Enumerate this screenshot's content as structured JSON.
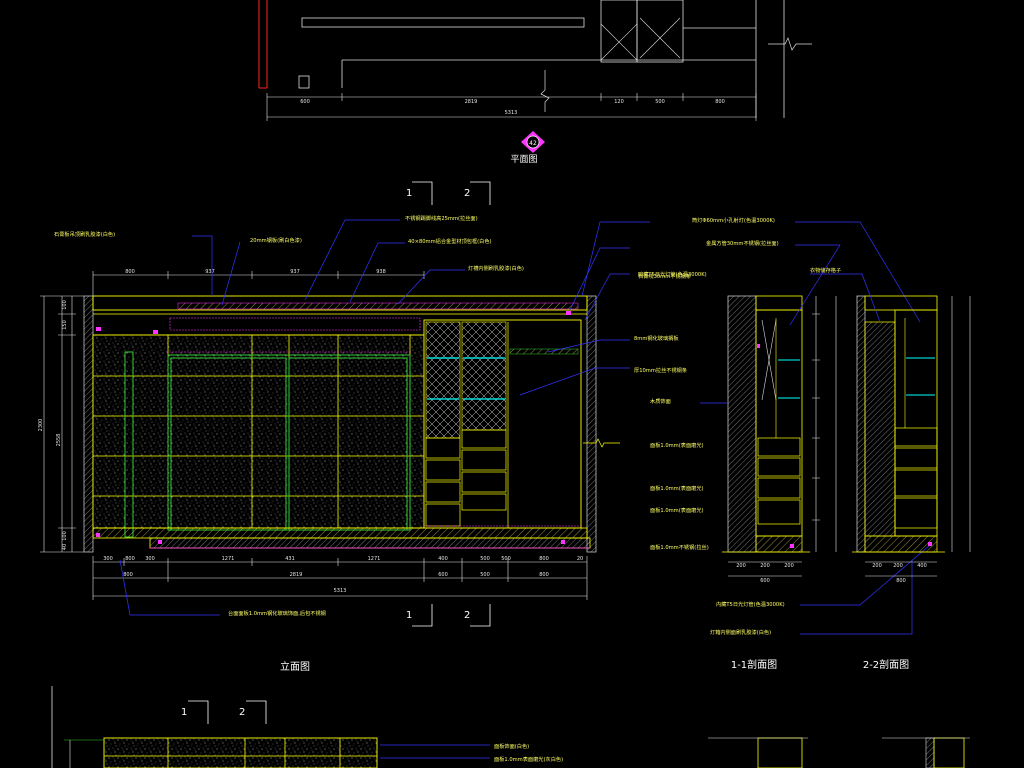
{
  "plan": {
    "badge": "42",
    "title": "平面图",
    "dims_top": [
      "600",
      "2819",
      "120",
      "500",
      "800"
    ],
    "dim_total": "5313"
  },
  "section_marks": {
    "top": [
      "1",
      "2"
    ],
    "bottom": [
      "1",
      "2"
    ],
    "lower": [
      "1",
      "2"
    ]
  },
  "elevation": {
    "title": "立面图",
    "notes": [
      "石膏板吊顶刷乳胶漆(白色)",
      "20mm钢板(刷白色漆)",
      "不锈钢踢脚线高25mm(拉丝面)",
      "40×80mm铝合金型材顶包框(白色)",
      "灯槽内侧刷乳胶漆(白色)",
      "石膏线30mm不锈钢条",
      "8mm钢化玻璃搁板",
      "厚10mm拉丝不锈钢条",
      "木质饰面",
      "面板1.0mm(表面磨光)",
      "面板1.0mm(表面磨光)",
      "面板1.0mm(表面磨光)",
      "面板1.0mm不锈钢(拉丝)"
    ],
    "dims_top": [
      "800",
      "937",
      "937",
      "938"
    ],
    "dims_bottom": [
      "300",
      "800",
      "300",
      "1271",
      "431",
      "1271",
      "400",
      "500",
      "500",
      "800",
      "20"
    ],
    "dims_bottom2": [
      "800",
      "2819",
      "600",
      "500",
      "800"
    ],
    "dim_total": "5313",
    "dims_left": [
      "100",
      "150",
      "2300",
      "2558",
      "100",
      "40"
    ],
    "bottom_note": "台面面板1.0mm钢化玻璃饰面,后包不锈钢"
  },
  "section_1": {
    "title": "1-1剖面图",
    "notes": [
      "筒灯Φ60mm小孔射灯(色温3000K)",
      "金属方管30mm不锈钢(拉丝面)",
      "暗藏T5日光灯管(色温3000K)"
    ],
    "dims_bottom": [
      "200",
      "200",
      "200"
    ],
    "dim_total": "600",
    "bottom_notes": [
      "内藏T5日光灯管(色温3000K)",
      "灯箱内侧面刷乳胶漆(白色)"
    ]
  },
  "section_2": {
    "title": "2-2剖面图",
    "notes": [
      "衣物储存格子"
    ],
    "dims_bottom": [
      "200",
      "200",
      "400"
    ],
    "dim_total": "800"
  },
  "lower_plan": {
    "notes": [
      "面板饰面(白色)",
      "面板1.0mm表面磨光(灰白色)"
    ]
  },
  "colors": {
    "background": "#000000",
    "wall": "#ffff00",
    "dimension": "#e6e6e6",
    "leader": "#3333ff",
    "magenta": "#ff33ff",
    "green": "#33cc33",
    "cyan": "#00ffff",
    "red": "#ff2222"
  }
}
